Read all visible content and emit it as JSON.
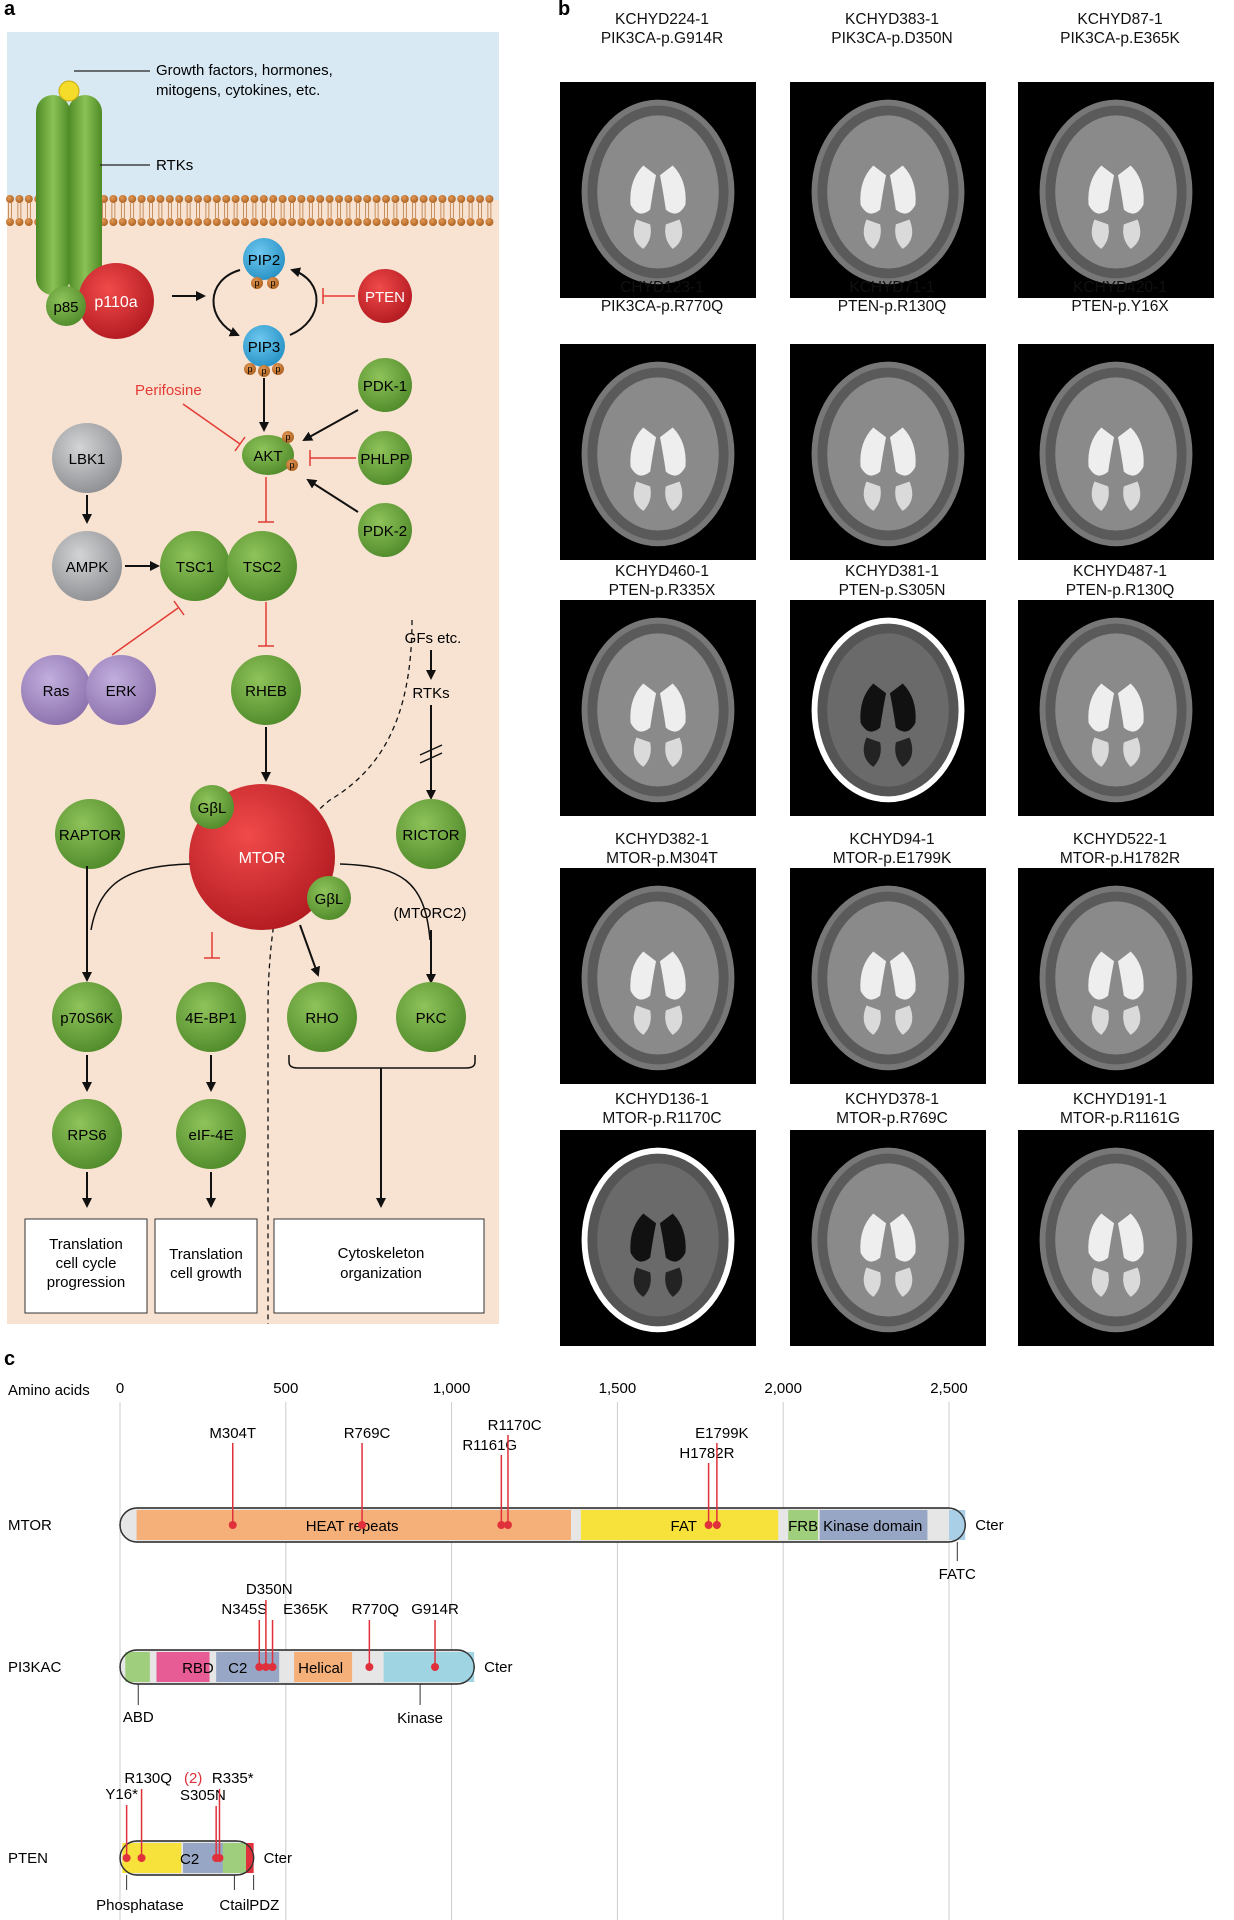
{
  "panel_labels": {
    "a": "a",
    "b": "b",
    "c": "c"
  },
  "pathway": {
    "ligand_label_1": "Growth factors, hormones,",
    "ligand_label_2": "mitogens, cytokines, etc.",
    "rtks": "RTKs",
    "p85": "p85",
    "p110a": "p110a",
    "pip2": "PIP2",
    "pip3": "PIP3",
    "pten": "PTEN",
    "p": "p",
    "perifosine": "Perifosine",
    "akt": "AKT",
    "pdk1": "PDK-1",
    "phlpp": "PHLPP",
    "pdk2": "PDK-2",
    "lbk1": "LBK1",
    "ampk": "AMPK",
    "tsc1": "TSC1",
    "tsc2": "TSC2",
    "ras": "Ras",
    "erk": "ERK",
    "rheb": "RHEB",
    "gfs": "GFs etc.",
    "rtks2": "RTKs",
    "raptor": "RAPTOR",
    "gbl": "GβL",
    "mtor": "MTOR",
    "rictor": "RICTOR",
    "mtorc2": "(MTORC2)",
    "p70s6k": "p70S6K",
    "ebp1": "4E-BP1",
    "rho": "RHO",
    "pkc": "PKC",
    "rps6": "RPS6",
    "eif4e": "eIF-4E",
    "box1": [
      "Translation",
      "cell cycle",
      "progression"
    ],
    "box2": [
      "Translation",
      "cell growth"
    ],
    "box3": [
      "Cytoskeleton",
      "organization"
    ]
  },
  "scans": [
    {
      "id": "KCHYD224-1",
      "mut": "PIK3CA-p.G914R"
    },
    {
      "id": "KCHYD383-1",
      "mut": "PIK3CA-p.D350N"
    },
    {
      "id": "KCHYD87-1",
      "mut": "PIK3CA-p.E365K"
    },
    {
      "id": "CHYD123-1",
      "mut": "PIK3CA-p.R770Q"
    },
    {
      "id": "KCHYD71-1",
      "mut": "PTEN-p.R130Q"
    },
    {
      "id": "KCHYD420-1",
      "mut": "PTEN-p.Y16X"
    },
    {
      "id": "KCHYD460-1",
      "mut": "PTEN-p.R335X"
    },
    {
      "id": "KCHYD381-1",
      "mut": "PTEN-p.S305N"
    },
    {
      "id": "KCHYD487-1",
      "mut": "PTEN-p.R130Q"
    },
    {
      "id": "KCHYD382-1",
      "mut": "MTOR-p.M304T"
    },
    {
      "id": "KCHYD94-1",
      "mut": "MTOR-p.E1799K"
    },
    {
      "id": "KCHYD522-1",
      "mut": "MTOR-p.H1782R"
    },
    {
      "id": "KCHYD136-1",
      "mut": "MTOR-p.R1170C"
    },
    {
      "id": "KCHYD378-1",
      "mut": "MTOR-p.R769C"
    },
    {
      "id": "KCHYD191-1",
      "mut": "MTOR-p.R1161G"
    }
  ],
  "protein_map": {
    "axis_label": "Amino acids",
    "ticks": [
      {
        "value": 0,
        "label": "0"
      },
      {
        "value": 500,
        "label": "500"
      },
      {
        "value": 1000,
        "label": "1,000"
      },
      {
        "value": 1500,
        "label": "1,500"
      },
      {
        "value": 2000,
        "label": "2,000"
      },
      {
        "value": 2500,
        "label": "2,500"
      }
    ],
    "mtor": {
      "name": "MTOR",
      "length": 2549,
      "cter": "Cter",
      "domains": [
        {
          "label": "HEAT repeats",
          "start": 50,
          "end": 1360,
          "color": "#f5b07a"
        },
        {
          "label": "FAT",
          "start": 1390,
          "end": 1985,
          "color": "#f7e23b"
        },
        {
          "label": "FRB",
          "start": 2015,
          "end": 2105,
          "color": "#9fce7c"
        },
        {
          "label": "Kinase domain",
          "start": 2110,
          "end": 2435,
          "color": "#97a6c4"
        },
        {
          "label": "FATC",
          "start": 2500,
          "end": 2549,
          "color": "#a8cfe6"
        }
      ],
      "mutations": [
        {
          "label": "M304T",
          "pos": 340
        },
        {
          "label": "R769C",
          "pos": 730
        },
        {
          "label": "R1161G",
          "pos": 1150
        },
        {
          "label": "R1170C",
          "pos": 1170
        },
        {
          "label": "H1782R",
          "pos": 1775
        },
        {
          "label": "E1799K",
          "pos": 1800
        }
      ]
    },
    "pik3ca": {
      "name": "PI3KAC",
      "length": 1068,
      "cter": "Cter",
      "domains": [
        {
          "label": "ABD",
          "start": 16,
          "end": 90,
          "color": "#9fce7c"
        },
        {
          "label": "RBD",
          "start": 110,
          "end": 270,
          "color": "#e75c94"
        },
        {
          "label": "C2",
          "start": 290,
          "end": 480,
          "color": "#97a6c4"
        },
        {
          "label": "Helical",
          "start": 525,
          "end": 700,
          "color": "#f5b07a"
        },
        {
          "label": "Kinase",
          "start": 795,
          "end": 1068,
          "color": "#9fd4e3"
        }
      ],
      "mutations": [
        {
          "label": "N345S",
          "pos": 420
        },
        {
          "label": "D350N",
          "pos": 440
        },
        {
          "label": "E365K",
          "pos": 460
        },
        {
          "label": "R770Q",
          "pos": 752
        },
        {
          "label": "G914R",
          "pos": 950
        }
      ]
    },
    "pten": {
      "name": "PTEN",
      "length": 403,
      "cter": "Cter",
      "domains": [
        {
          "label": "Phosphatase",
          "start": 7,
          "end": 185,
          "color": "#f7e23b"
        },
        {
          "label": "C2",
          "start": 190,
          "end": 350,
          "color": "#97a6c4"
        },
        {
          "label": "Ctail",
          "start": 310,
          "end": 380,
          "color": "#9fce7c"
        },
        {
          "label": "PDZ",
          "start": 380,
          "end": 403,
          "color": "#e0303b"
        }
      ],
      "mutations": [
        {
          "label": "Y16*",
          "pos": 20
        },
        {
          "label": "R130Q",
          "pos": 65,
          "extra": "(2)"
        },
        {
          "label": "S305N",
          "pos": 290
        },
        {
          "label": "R335*",
          "pos": 300
        }
      ]
    }
  },
  "colors": {
    "green": "#6aa83a",
    "red": "#d9232e",
    "blue": "#3aa8d8",
    "grey": "#a7a9ac",
    "purple": "#a98ec4",
    "orange": "#c9772f",
    "inhibit": "#e33b35",
    "membrane": "#c9772f",
    "bg_top": "#d8e9f3",
    "bg_cell": "#f8e3d2"
  }
}
